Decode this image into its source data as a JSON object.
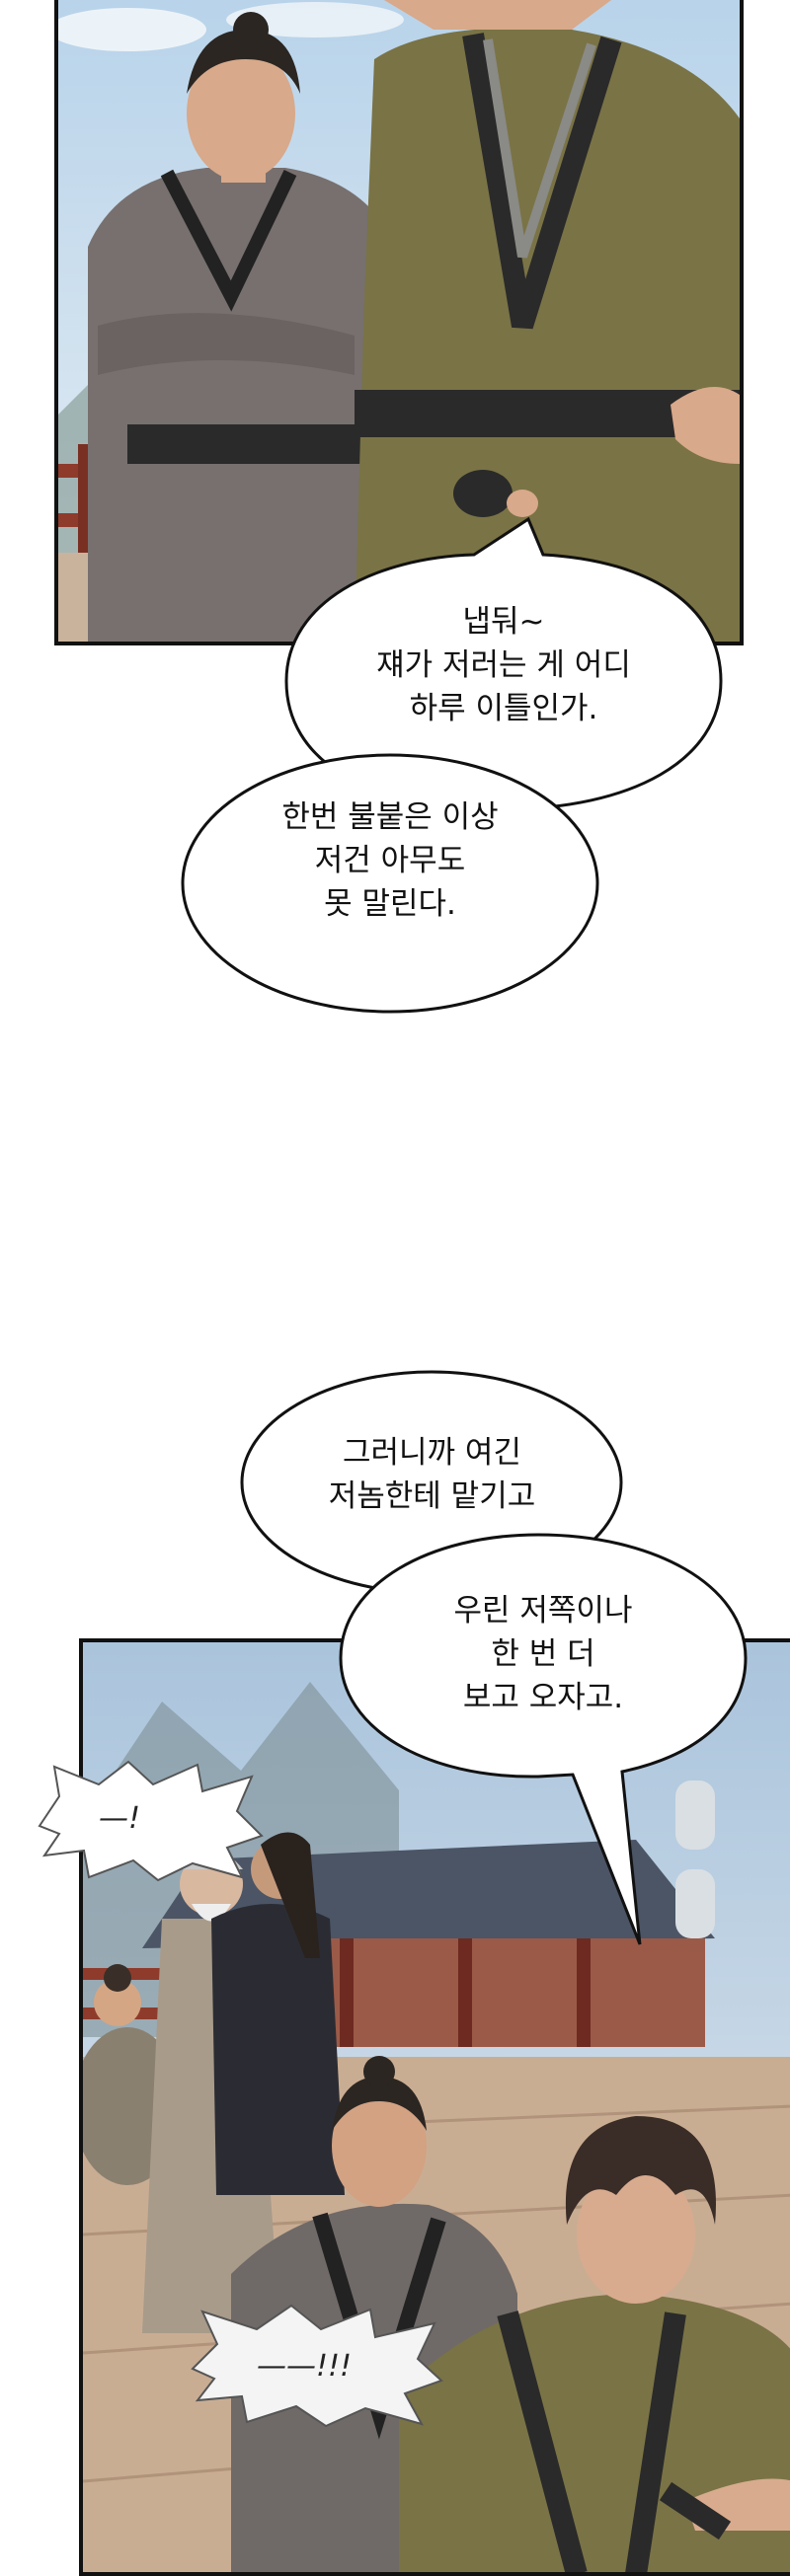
{
  "panels": [
    {
      "bubbles": [
        {
          "lines": [
            "냅둬~",
            "쟤가 저러는 게 어디",
            "하루 이틀인가."
          ]
        },
        {
          "lines": [
            "한번 불붙은 이상",
            "저건 아무도",
            "못 말린다."
          ]
        }
      ]
    },
    {
      "bubbles": [
        {
          "lines": [
            "그러니까 여긴",
            "저놈한테 맡기고"
          ]
        },
        {
          "lines": [
            "우린 저쪽이나",
            "한 번 더",
            "보고 오자고."
          ]
        }
      ],
      "sfx": [
        {
          "text": "—!"
        },
        {
          "text": "——!!!"
        }
      ]
    }
  ],
  "colors": {
    "sky": "#c9dcec",
    "robe_gray": "#77706f",
    "robe_olive": "#7a7346",
    "sash": "#222222",
    "roof": "#4b5566",
    "wood_red": "#8e3b2c",
    "border": "#111111"
  }
}
